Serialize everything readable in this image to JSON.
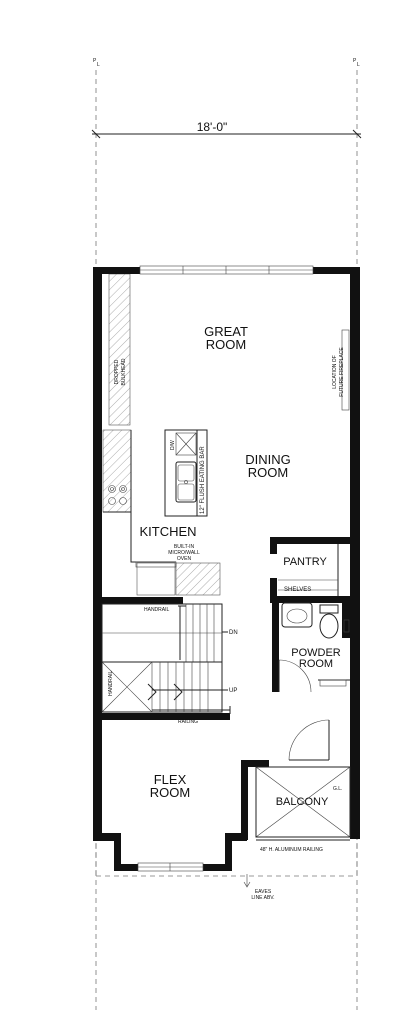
{
  "dimension": {
    "width_label": "18'-0\""
  },
  "property_line_marks": {
    "left": "P",
    "left_sub": "L",
    "right": "P",
    "right_sub": "L"
  },
  "rooms": {
    "great_room": [
      "GREAT",
      "ROOM"
    ],
    "dining_room": [
      "DINING",
      "ROOM"
    ],
    "kitchen": "KITCHEN",
    "pantry": "PANTRY",
    "powder_room": [
      "POWDER",
      "ROOM"
    ],
    "flex_room": [
      "FLEX",
      "ROOM"
    ],
    "balcony": "BALCONY"
  },
  "notes": {
    "dropped_bulkhead": [
      "DROPPED",
      "BULKHEAD"
    ],
    "future_fireplace": [
      "LOCATION OF",
      "FUTURE FIREPLACE"
    ],
    "eating_bar": "12\" FLUSH EATING BAR",
    "dw": "D/W",
    "oven": [
      "BUILT-IN",
      "MICRO/WALL",
      "OVEN"
    ],
    "shelves": "SHELVES",
    "handrail_top": "HANDRAIL",
    "handrail_side": "HANDRAIL",
    "dn": "DN",
    "up": "UP",
    "railing": "RAILING",
    "gl": "G.L.",
    "aluminum_railing": "48\" H. ALUMINUM RAILING",
    "eaves": [
      "EAVES",
      "LINE ABV."
    ]
  }
}
